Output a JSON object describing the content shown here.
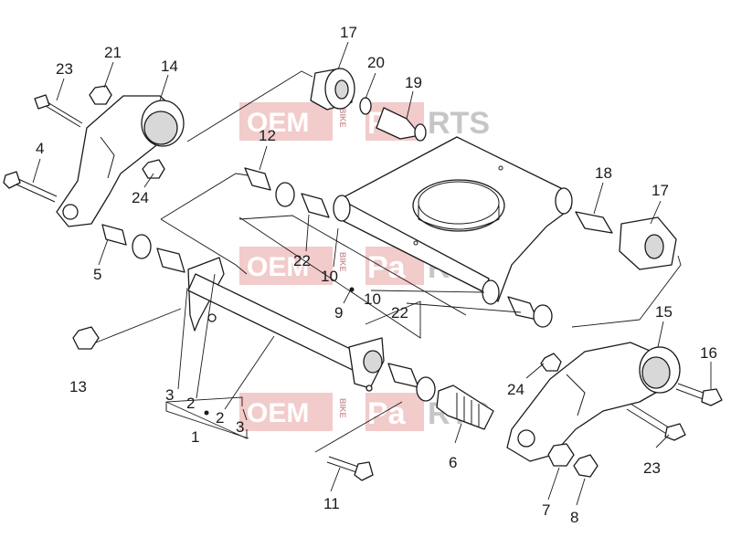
{
  "watermark": {
    "oem": "OEM",
    "bike": "BIKE",
    "pa": "Pa",
    "rts": "RTS"
  },
  "callouts": [
    {
      "id": "c17a",
      "text": "17"
    },
    {
      "id": "c20",
      "text": "20"
    },
    {
      "id": "c19",
      "text": "19"
    },
    {
      "id": "c21",
      "text": "21"
    },
    {
      "id": "c23a",
      "text": "23"
    },
    {
      "id": "c14",
      "text": "14"
    },
    {
      "id": "c12",
      "text": "12"
    },
    {
      "id": "c4",
      "text": "4"
    },
    {
      "id": "c24a",
      "text": "24"
    },
    {
      "id": "c18",
      "text": "18"
    },
    {
      "id": "c17b",
      "text": "17"
    },
    {
      "id": "c5",
      "text": "5"
    },
    {
      "id": "c22a",
      "text": "22"
    },
    {
      "id": "c10a",
      "text": "10"
    },
    {
      "id": "c10b",
      "text": "10"
    },
    {
      "id": "c9",
      "text": "9"
    },
    {
      "id": "c22b",
      "text": "22"
    },
    {
      "id": "c15",
      "text": "15"
    },
    {
      "id": "c13",
      "text": "13"
    },
    {
      "id": "c16",
      "text": "16"
    },
    {
      "id": "c24b",
      "text": "24"
    },
    {
      "id": "c3a",
      "text": "3"
    },
    {
      "id": "c2a",
      "text": "2"
    },
    {
      "id": "c2b",
      "text": "2"
    },
    {
      "id": "c3b",
      "text": "3"
    },
    {
      "id": "c1",
      "text": "1"
    },
    {
      "id": "c6",
      "text": "6"
    },
    {
      "id": "c23b",
      "text": "23"
    },
    {
      "id": "c11",
      "text": "11"
    },
    {
      "id": "c7",
      "text": "7"
    },
    {
      "id": "c8",
      "text": "8"
    }
  ]
}
